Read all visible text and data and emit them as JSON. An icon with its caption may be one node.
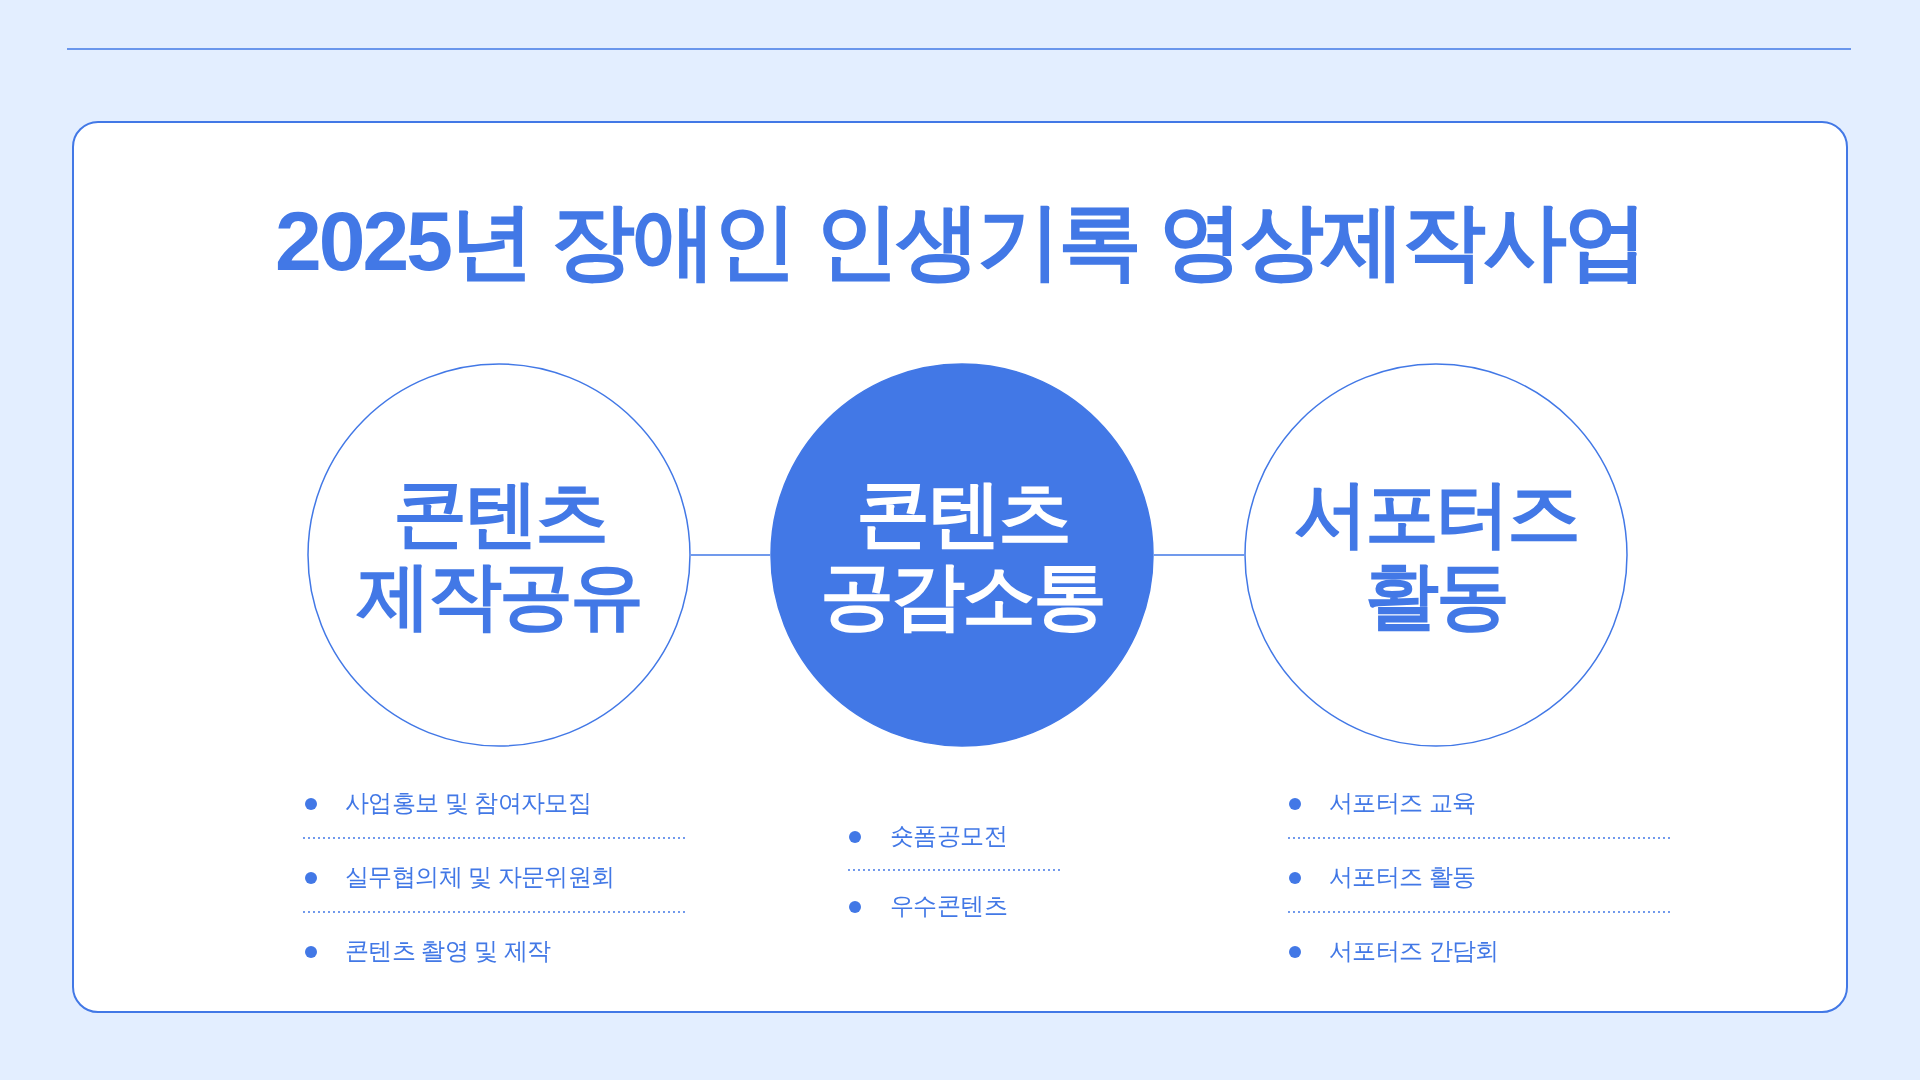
{
  "diagram": {
    "title": "2025년 장애인 인생기록 영상제작사업",
    "nodes": [
      {
        "text": [
          "콘텐츠 제작공유"
        ],
        "beside": [
          "사업홍보 및 참여자모집",
          "실무협의체 및 자문위원회",
          "콘텐츠 촬영 및 제작"
        ]
      },
      {
        "text": [
          "콘텐츠 공감소통"
        ],
        "beside": [
          "숏폼공모전",
          "우수콘텐츠"
        ]
      },
      {
        "text": [
          "서포터즈 활동"
        ],
        "beside": [
          "서포터즈 교육",
          "서포터즈 활동",
          "서포터즈 간담회"
        ]
      }
    ],
    "edges": [
      {
        "from": 0,
        "to": 1,
        "arrow": "none"
      },
      {
        "from": 1,
        "to": 2,
        "arrow": "none"
      }
    ]
  }
}
